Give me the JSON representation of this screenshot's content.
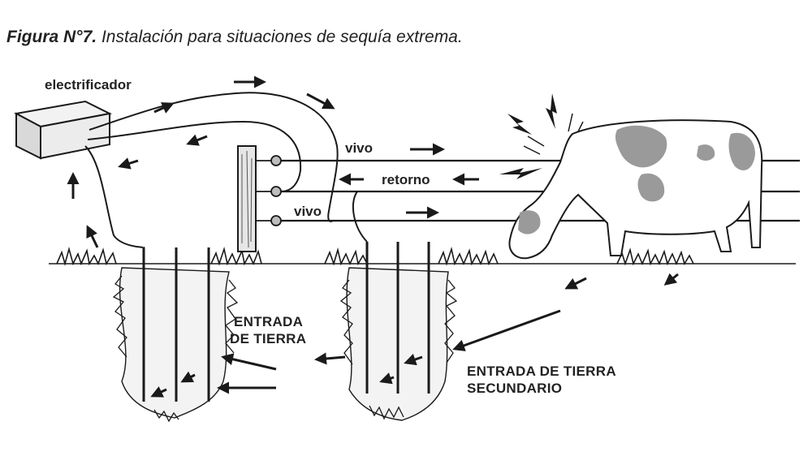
{
  "caption": {
    "number": "Figura N°7.",
    "text": "Instalación para situaciones de sequía extrema."
  },
  "labels": {
    "electrifier": "electrificador",
    "live_top": "vivo",
    "return_wire": "retorno",
    "live_bottom": "vivo",
    "ground_entry_line1": "ENTRADA",
    "ground_entry_line2": "DE TIERRA",
    "secondary_ground_line1": "ENTRADA DE TIERRA",
    "secondary_ground_line2": "SECUNDARIO"
  },
  "colors": {
    "ink": "#1a1a1a",
    "cow_patch": "#9a9a9a",
    "soil": "#cfcfcf"
  }
}
